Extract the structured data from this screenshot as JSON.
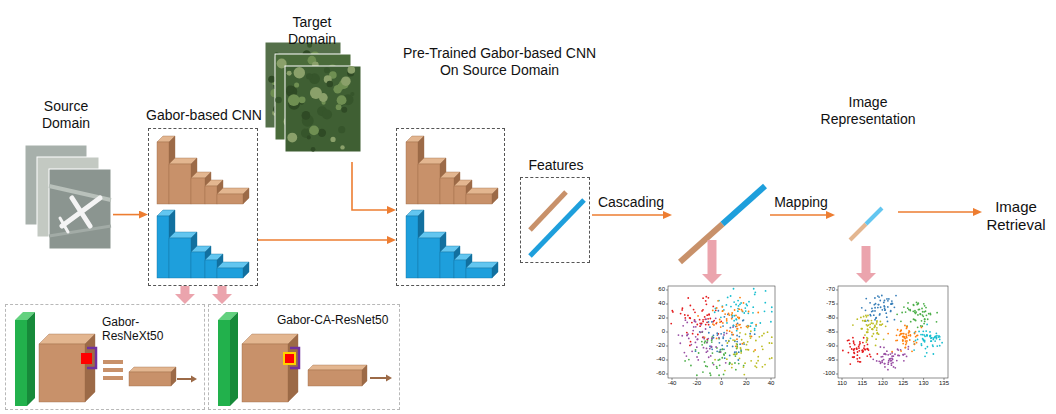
{
  "diagram": {
    "nodes": [
      {
        "text": [
          "Source Domain"
        ]
      },
      {
        "text": [
          "Gabor-based CNN"
        ]
      },
      {
        "text": [
          "Target Domain"
        ]
      },
      {
        "text": [
          "Pre-Trained Gabor-based CNN On Source Domain"
        ]
      },
      {
        "text": [
          "Features"
        ]
      },
      {
        "text": [
          "Image Representation"
        ]
      },
      {
        "text": [
          "Image Retrieval"
        ]
      },
      {
        "text": [
          "Gabor- ResNeXt50"
        ]
      },
      {
        "text": [
          "Gabor-CA-ResNet50"
        ]
      }
    ],
    "edges": [
      {
        "from": 0,
        "to": 1,
        "arrow": "to"
      },
      {
        "from": 1,
        "to": 3,
        "arrow": "to"
      },
      {
        "from": 2,
        "to": 3,
        "arrow": "to"
      },
      {
        "from": 5,
        "to": 6,
        "arrow": "to"
      },
      {
        "from": 1,
        "to": 7,
        "arrow": "to"
      },
      {
        "from": 1,
        "to": 8,
        "arrow": "to"
      }
    ],
    "labels": [
      "Cascading",
      "Mapping",
      "60",
      "40",
      "20",
      "0",
      "-20",
      "-40",
      "-60",
      "-40",
      "-20",
      "0",
      "20",
      "40",
      "-70",
      "-75",
      "-80",
      "-85",
      "-90",
      "-95",
      "-100",
      "110",
      "115",
      "120",
      "125",
      "130",
      "135"
    ]
  }
}
